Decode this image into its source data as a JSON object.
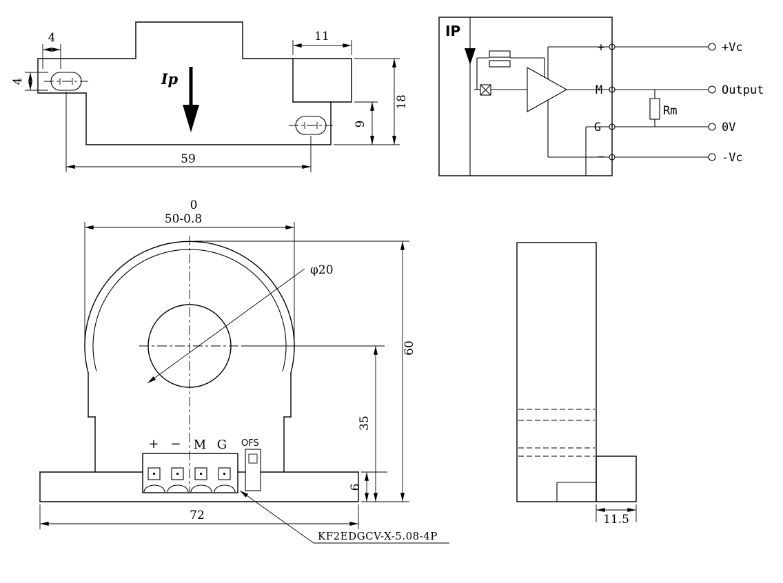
{
  "drawing": {
    "top_view": {
      "ip_label": "Ip",
      "dim_slot_length": "4",
      "dim_slot_width": "4",
      "dim_notch_width": "11",
      "dim_height_total": "18",
      "dim_height_step": "9",
      "dim_slot_span": "59"
    },
    "circuit": {
      "ip_label": "IP",
      "terminals": {
        "plus": "+",
        "m": "M",
        "g": "G",
        "minus": "−"
      },
      "outputs": {
        "positive_supply": "+Vc",
        "signal": "Output",
        "zero_volt": "0V",
        "negative_supply": "-Vc"
      },
      "load_resistor": "Rm"
    },
    "front_view": {
      "dim_width_tol_upper": "0",
      "dim_width": "50-0.8",
      "dim_aperture": "φ20",
      "dim_height_total": "60",
      "dim_center_height": "35",
      "dim_base_height": "6",
      "dim_base_width": "72",
      "terminals": {
        "plus": "+",
        "minus": "−",
        "m": "M",
        "g": "G"
      },
      "trimmer_label": "OFS",
      "connector_label": "KF2EDGCV-X-5.08-4P"
    },
    "side_view": {
      "dim_depth": "11.5"
    }
  },
  "colors": {
    "line": "#000000",
    "background": "#ffffff"
  }
}
